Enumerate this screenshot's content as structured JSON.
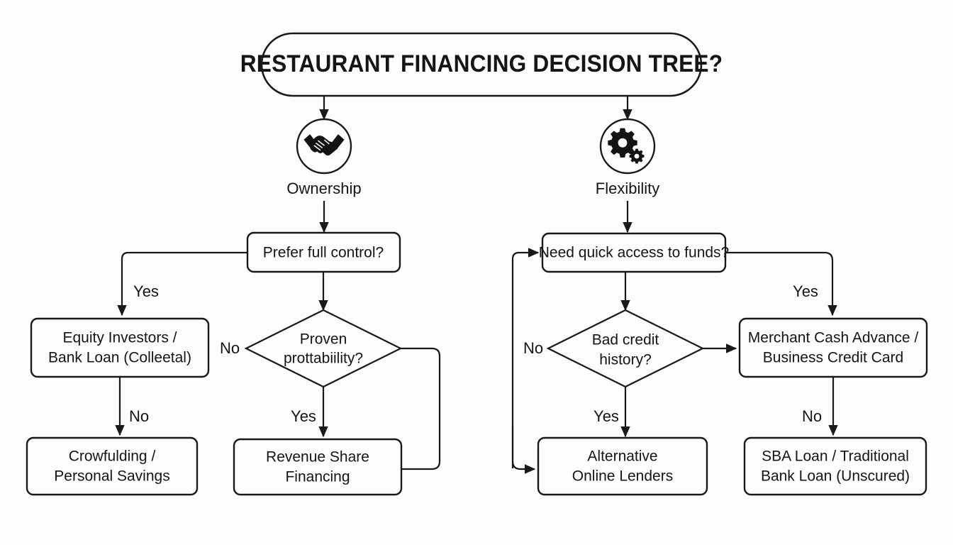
{
  "diagram": {
    "type": "flowchart",
    "title": "RESTAURANT FINANCING DECISION TREE?",
    "background_color": "#fdfdfb",
    "line_color": "#17191a",
    "text_color": "#131516",
    "branches": [
      {
        "id": "ownership",
        "icon": "handshake-icon",
        "label": "Ownership"
      },
      {
        "id": "flexibility",
        "icon": "gears-icon",
        "label": "Flexibility"
      }
    ],
    "nodes": {
      "prefer_control": {
        "shape": "rounded-rect",
        "text": "Prefer full control?"
      },
      "proven_profit": {
        "shape": "diamond",
        "line1": "Proven",
        "line2": "prottabiility?"
      },
      "equity": {
        "shape": "rounded-rect",
        "line1": "Equity Investors /",
        "line2": "Bank Loan (Colleetal)"
      },
      "crowdfunding": {
        "shape": "rounded-rect",
        "line1": "Crowfulding /",
        "line2": "Personal Savings"
      },
      "revenue_share": {
        "shape": "rounded-rect",
        "line1": "Revenue Share",
        "line2": "Financing"
      },
      "quick_access": {
        "shape": "rounded-rect",
        "text": "Need quick access to funds?"
      },
      "bad_credit": {
        "shape": "diamond",
        "line1": "Bad credit",
        "line2": "history?"
      },
      "merchant": {
        "shape": "rounded-rect",
        "line1": "Merchant Cash Advance /",
        "line2": "Business Credit Card"
      },
      "alternative": {
        "shape": "rounded-rect",
        "line1": "Alternative",
        "line2": "Online Lenders"
      },
      "sba": {
        "shape": "rounded-rect",
        "line1": "SBA Loan / Traditional",
        "line2": "Bank Loan (Unscured)"
      }
    },
    "edge_labels": {
      "control_yes": "Yes",
      "equity_no": "No",
      "proven_no": "No",
      "proven_yes": "Yes",
      "quick_yes": "Yes",
      "credit_no": "No",
      "credit_yes": "Yes",
      "merchant_no": "No"
    }
  }
}
